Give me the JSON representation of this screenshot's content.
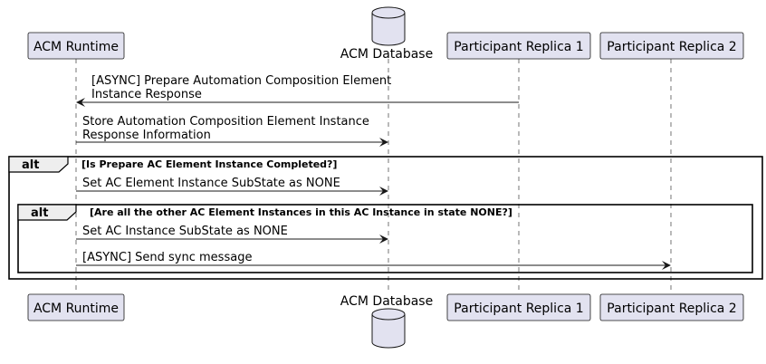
{
  "participants": {
    "acm_runtime": "ACM Runtime",
    "acm_database": "ACM Database",
    "replica1": "Participant Replica 1",
    "replica2": "Participant Replica 2"
  },
  "messages": {
    "m1_line1": "[ASYNC] Prepare Automation Composition Element",
    "m1_line2": "Instance Response",
    "m2_line1": "Store Automation Composition Element Instance",
    "m2_line2": "Response Information",
    "m3": "Set AC Element Instance SubState as NONE",
    "m4": "Set AC Instance SubState as NONE",
    "m5": "[ASYNC] Send sync message"
  },
  "fragments": {
    "outer_keyword": "alt",
    "outer_guard": "[Is Prepare AC Element Instance Completed?]",
    "inner_keyword": "alt",
    "inner_guard": "[Are all the other AC Element Instances in this AC Instance in state NONE?]"
  }
}
